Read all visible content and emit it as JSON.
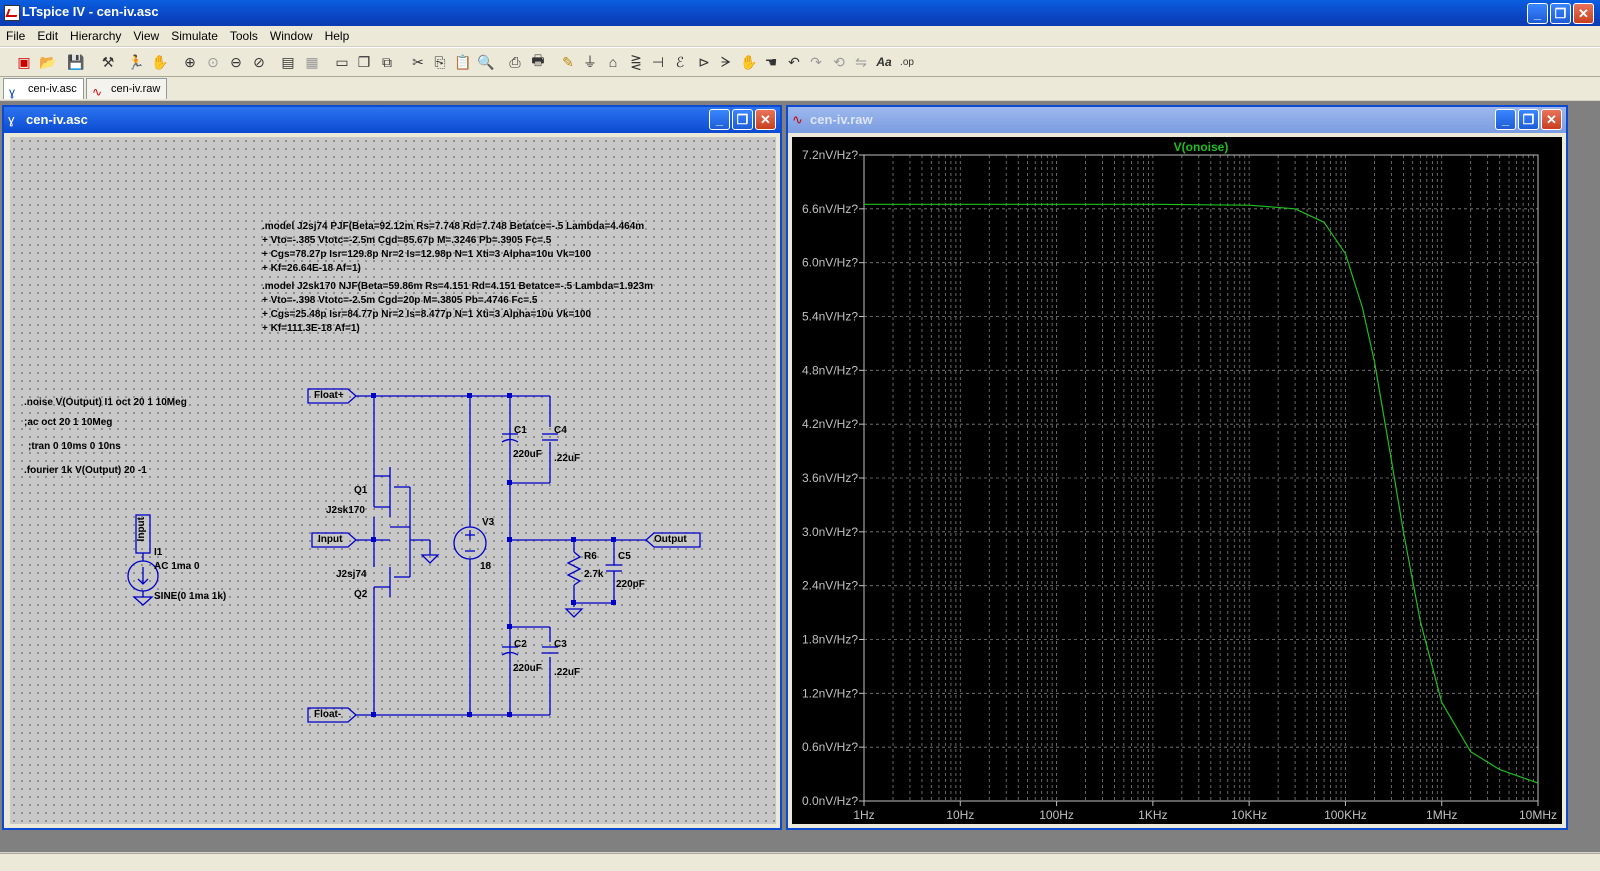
{
  "app": {
    "title": "LTspice IV - cen-iv.asc",
    "window_buttons": [
      "minimize-icon",
      "restore-icon",
      "close-icon"
    ]
  },
  "menu": [
    "File",
    "Edit",
    "Hierarchy",
    "View",
    "Simulate",
    "Tools",
    "Window",
    "Help"
  ],
  "tabs": [
    {
      "label": "cen-iv.asc",
      "icon": "schematic-icon",
      "active": true
    },
    {
      "label": "cen-iv.raw",
      "icon": "waveform-icon",
      "active": false
    }
  ],
  "schematic_window": {
    "title": "cen-iv.asc",
    "model_text": [
      ".model J2sj74 PJF(Beta=92.12m Rs=7.748 Rd=7.748 Betatce=-.5 Lambda=4.464m",
      "+ Vto=-.385 Vtotc=-2.5m Cgd=85.67p M=.3246 Pb=.3905 Fc=.5",
      "+ Cgs=78.27p Isr=129.8p Nr=2 Is=12.98p N=1 Xti=3 Alpha=10u Vk=100",
      "+ Kf=26.64E-18 Af=1)",
      ".model J2sk170 NJF(Beta=59.86m Rs=4.151 Rd=4.151 Betatce=-.5 Lambda=1.923m",
      "+ Vto=-.398 Vtotc=-2.5m Cgd=20p M=.3805 Pb=.4746 Fc=.5",
      "+ Cgs=25.48p Isr=84.77p Nr=2 Is=8.477p N=1 Xti=3 Alpha=10u Vk=100",
      "+ Kf=111.3E-18 Af=1)"
    ],
    "directives": [
      ".noise V(Output) I1 oct 20 1 10Meg",
      ";ac oct 20 1 10Meg",
      ";tran 0 10ms 0 10ns",
      ".fourier 1k V(Output) 20 -1"
    ],
    "labels": {
      "float_plus": "Float+",
      "float_minus": "Float-",
      "input_port": "Input",
      "output_port": "Output",
      "i1_net": "Input",
      "q1": "Q1",
      "q1_model": "J2sk170",
      "q2": "Q2",
      "q2_model": "J2sj74",
      "v3": "V3",
      "v3_value": "18",
      "c1": "C1",
      "c1_value": "220uF",
      "c2": "C2",
      "c2_value": "220uF",
      "c3": "C3",
      "c3_value": ".22uF",
      "c4": "C4",
      "c4_value": ".22uF",
      "c5": "C5",
      "c5_value": "220pF",
      "r6": "R6",
      "r6_value": "2.7k",
      "i1": "I1",
      "i1_value": "AC 1ma 0",
      "i1_sine": "SINE(0 1ma 1k)"
    }
  },
  "waveform_window": {
    "title": "cen-iv.raw",
    "colors": {
      "trace": "#1fbf1f",
      "grid": "#808080",
      "background": "#000000"
    }
  },
  "chart_data": {
    "type": "line",
    "title": "V(onoise)",
    "x_scale": "log",
    "xlim": [
      1,
      10000000
    ],
    "x_ticks": [
      "1Hz",
      "10Hz",
      "100Hz",
      "1KHz",
      "10KHz",
      "100KHz",
      "1MHz",
      "10MHz"
    ],
    "ylim": [
      0,
      7.2
    ],
    "y_ticks": [
      "0.0nV/Hz?",
      "0.6nV/Hz?",
      "1.2nV/Hz?",
      "1.8nV/Hz?",
      "2.4nV/Hz?",
      "3.0nV/Hz?",
      "3.6nV/Hz?",
      "4.2nV/Hz?",
      "4.8nV/Hz?",
      "5.4nV/Hz?",
      "6.0nV/Hz?",
      "6.6nV/Hz?",
      "7.2nV/Hz?"
    ],
    "grid": true,
    "series": [
      {
        "name": "V(onoise)",
        "x": [
          1,
          10,
          100,
          1000,
          10000,
          30000,
          60000,
          100000,
          150000,
          200000,
          300000,
          400000,
          600000,
          1000000,
          2000000,
          4000000,
          10000000
        ],
        "y": [
          6.65,
          6.65,
          6.65,
          6.65,
          6.64,
          6.6,
          6.45,
          6.1,
          5.5,
          4.9,
          3.8,
          3.0,
          2.0,
          1.1,
          0.55,
          0.35,
          0.2
        ]
      }
    ]
  }
}
